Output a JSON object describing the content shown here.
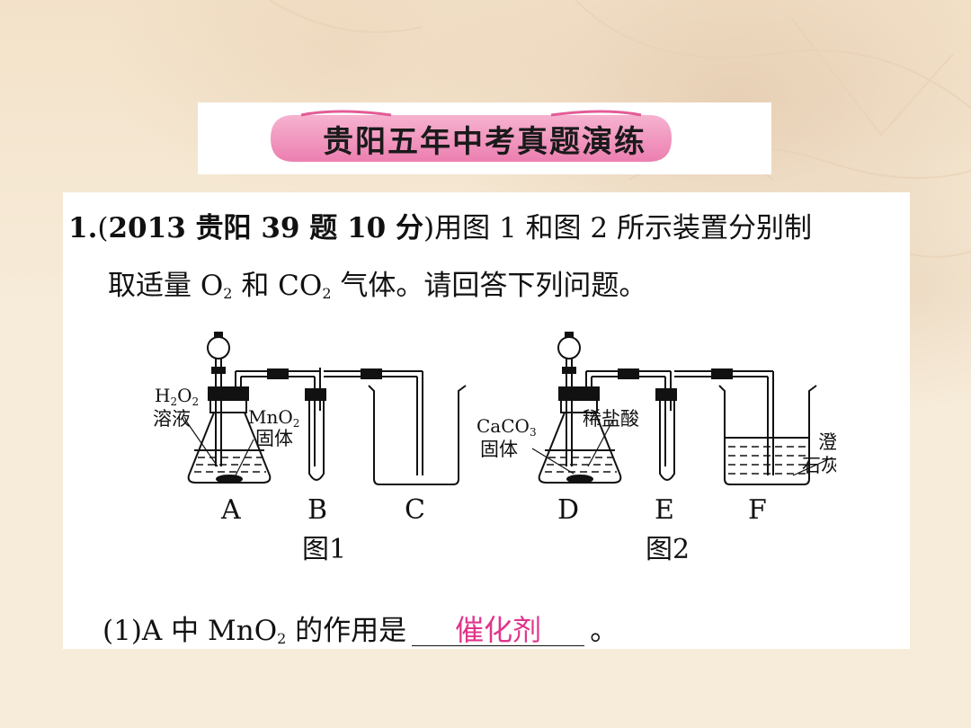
{
  "header": {
    "title": "贵阳五年中考真题演练"
  },
  "question": {
    "number": "1.",
    "source_open": "(",
    "source": "2013 贵阳 39 题 10 分",
    "source_close": ")",
    "text_line1": "用图 1 和图 2 所示装置分别制",
    "text_line2_a": "取适量 O",
    "text_line2_sub1": "2",
    "text_line2_b": " 和 CO",
    "text_line2_sub2": "2",
    "text_line2_c": " 气体。请回答下列问题。"
  },
  "figure": {
    "labels": {
      "h2o2_a": "H",
      "h2o2_sub1": "2",
      "h2o2_b": "O",
      "h2o2_sub2": "2",
      "solution": "溶液",
      "mno2_a": "MnO",
      "mno2_sub": "2",
      "solid1": "固体",
      "caco3_a": "CaCO",
      "caco3_sub": "3",
      "solid2": "固体",
      "dilute_hcl": "稀盐酸",
      "limewater_1": "澄清",
      "limewater_2": "石灰水",
      "A": "A",
      "B": "B",
      "C": "C",
      "D": "D",
      "E": "E",
      "F": "F",
      "fig1": "图1",
      "fig2": "图2"
    }
  },
  "answer": {
    "prefix": "(1)A 中 MnO",
    "prefix_sub": "2",
    "middle": " 的作用是",
    "value": "催化剂",
    "suffix": "。"
  },
  "colors": {
    "answer": "#e0358c",
    "title_pill": "#f08cb8"
  }
}
